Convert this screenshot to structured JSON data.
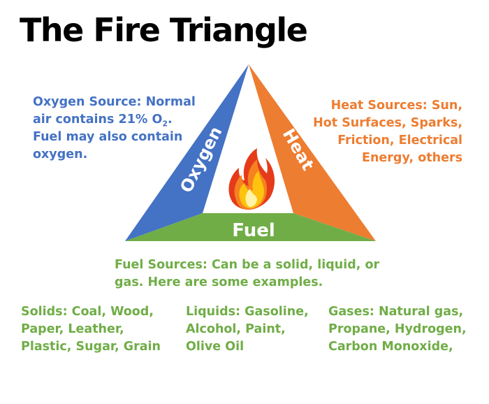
{
  "title": "The Fire Triangle",
  "triangle": {
    "oxygen_label": "Oxygen",
    "heat_label": "Heat",
    "fuel_label": "Fuel",
    "oxygen_color": "#4472C4",
    "heat_color": "#ED7D31",
    "fuel_color": "#70AD47",
    "center_icon": "flame-icon"
  },
  "oxygen_text": {
    "heading": "Oxygen Source:",
    "line_pre_sub": "Normal air contains 21% O",
    "subscript": "2",
    "line_post_sub": ". Fuel may also contain oxygen."
  },
  "heat_text": {
    "lines": [
      "Heat Sources: Sun,",
      "Hot Surfaces, Sparks,",
      "Friction, Electrical",
      "Energy, others"
    ]
  },
  "fuel_text": {
    "intro": "Fuel Sources: Can be a solid, liquid, or gas. Here are some examples.",
    "solids": [
      "Solids: Coal, Wood,",
      "Paper, Leather,",
      "Plastic, Sugar, Grain"
    ],
    "liquids": [
      "Liquids: Gasoline,",
      "Alcohol, Paint,",
      "Olive Oil"
    ],
    "gases": [
      "Gases: Natural gas,",
      "Propane, Hydrogen,",
      "Carbon Monoxide,"
    ]
  }
}
